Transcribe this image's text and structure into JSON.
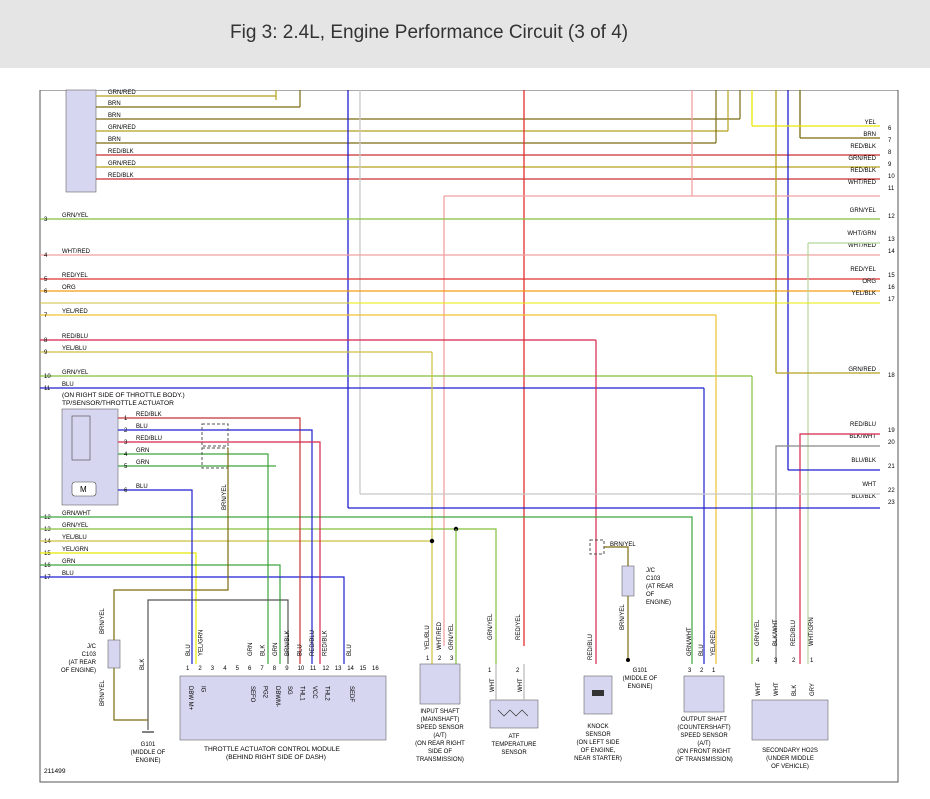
{
  "header": {
    "title": "Fig 3: 2.4L, Engine Performance Circuit (3 of 4)"
  },
  "figure_id": "211499",
  "colors": {
    "GRN/RED": "#b5a11d",
    "BRN": "#7a6a10",
    "RED/BLK": "#c83232",
    "GRN/YEL": "#84c13f",
    "WHT/RED": "#f0a0a0",
    "RED/YEL": "#e23030",
    "ORG": "#f39c12",
    "YEL/RED": "#f0c030",
    "RED/BLU": "#d8244a",
    "YEL/BLU": "#cdc040",
    "GRN": "#3ea33e",
    "BLU": "#1f1fd0",
    "GRY": "#bbbbbb",
    "YEL": "#e8e800",
    "BLK": "#333333"
  },
  "top_wires": [
    {
      "label": "GRN/RED"
    },
    {
      "label": "BRN"
    },
    {
      "label": "BRN"
    },
    {
      "label": "GRN/RED"
    },
    {
      "label": "BRN"
    },
    {
      "label": "RED/BLK"
    },
    {
      "label": "GRN/RED"
    },
    {
      "label": "RED/BLK"
    }
  ],
  "left_pins": [
    {
      "num": "3",
      "label": "GRN/YEL"
    },
    {
      "num": "4",
      "label": "WHT/RED"
    },
    {
      "num": "5",
      "label": "RED/YEL"
    },
    {
      "num": "6",
      "label": "ORG"
    },
    {
      "num": "7",
      "label": "YEL/RED"
    },
    {
      "num": "8",
      "label": "RED/BLU"
    },
    {
      "num": "9",
      "label": "YEL/BLU"
    },
    {
      "num": "10",
      "label": "GRN/YEL"
    },
    {
      "num": "11",
      "label": "BLU"
    }
  ],
  "left_pins_lower": [
    {
      "num": "12",
      "label": "GRN/WHT"
    },
    {
      "num": "13",
      "label": "GRN/YEL"
    },
    {
      "num": "14",
      "label": "YEL/BLU"
    },
    {
      "num": "15",
      "label": "YEL/GRN"
    },
    {
      "num": "16",
      "label": "GRN"
    },
    {
      "num": "17",
      "label": "BLU"
    }
  ],
  "right_pins": [
    {
      "num": "6",
      "label": "YEL"
    },
    {
      "num": "7",
      "label": "BRN"
    },
    {
      "num": "8",
      "label": "RED/BLK"
    },
    {
      "num": "9",
      "label": "GRN/RED"
    },
    {
      "num": "10",
      "label": "RED/BLK"
    },
    {
      "num": "11",
      "label": "WHT/RED"
    },
    {
      "num": "12",
      "label": "GRN/YEL"
    },
    {
      "num": "13",
      "label": "WHT/GRN"
    },
    {
      "num": "14",
      "label": "WHT/RED"
    },
    {
      "num": "15",
      "label": "RED/YEL"
    },
    {
      "num": "16",
      "label": "ORG"
    },
    {
      "num": "17",
      "label": "YEL/BLK"
    },
    {
      "num": "18",
      "label": "GRN/RED"
    },
    {
      "num": "19",
      "label": "RED/BLU"
    },
    {
      "num": "20",
      "label": "BLK/WHT"
    },
    {
      "num": "21",
      "label": "BLU/BLK"
    },
    {
      "num": "22",
      "label": "WHT"
    },
    {
      "num": "23",
      "label": "BLU/BLK"
    }
  ],
  "tp_sensor": {
    "title1": "(ON RIGHT SIDE OF THROTTLE BODY.)",
    "title2": "TP/SENSOR/THROTTLE ACTUATOR",
    "pins": [
      {
        "num": "1",
        "label": "RED/BLK"
      },
      {
        "num": "2",
        "label": "BLU"
      },
      {
        "num": "3",
        "label": "RED/BLU"
      },
      {
        "num": "4",
        "label": "GRN"
      },
      {
        "num": "5",
        "label": "GRN"
      },
      {
        "num": "6",
        "label": "BLU"
      }
    ],
    "motor": "M"
  },
  "tacm": {
    "line1": "THROTTLE ACTUATOR CONTROL MODULE",
    "line2": "(BEHIND RIGHT SIDE OF DASH)",
    "pins": [
      {
        "num": "1",
        "name": "DBW M+",
        "wire": "BLU"
      },
      {
        "num": "2",
        "name": "IG",
        "wire": "YEL/GRN"
      },
      {
        "num": "3",
        "name": "",
        "wire": ""
      },
      {
        "num": "4",
        "name": "",
        "wire": ""
      },
      {
        "num": "5",
        "name": "",
        "wire": ""
      },
      {
        "num": "6",
        "name": "SEFO",
        "wire": "GRN"
      },
      {
        "num": "7",
        "name": "PG2",
        "wire": "BLK"
      },
      {
        "num": "8",
        "name": "DBWM-",
        "wire": "GRN"
      },
      {
        "num": "9",
        "name": "SG",
        "wire": "BRN/BLK"
      },
      {
        "num": "10",
        "name": "THL1",
        "wire": "BLU"
      },
      {
        "num": "11",
        "name": "VCC",
        "wire": "RED/BLU"
      },
      {
        "num": "12",
        "name": "THL2",
        "wire": "RED/BLK"
      },
      {
        "num": "13",
        "name": "",
        "wire": ""
      },
      {
        "num": "14",
        "name": "SEDF",
        "wire": "BLU"
      },
      {
        "num": "15",
        "name": "",
        "wire": ""
      },
      {
        "num": "16",
        "name": "",
        "wire": ""
      }
    ],
    "brn_yel": "BRN/YEL"
  },
  "jc103_left": {
    "lines": [
      "J/C",
      "C103",
      "(AT REAR",
      "OF ENGINE)"
    ],
    "top_wire": "BRN/YEL",
    "bottom_wire": "BRN/YEL"
  },
  "g101_left": {
    "wire": "BLK",
    "lines": [
      "G101",
      "(MIDDLE OF",
      "ENGINE)"
    ]
  },
  "input_shaft": {
    "wires": [
      {
        "num": "1",
        "label": "YEL/BLU"
      },
      {
        "num": "2",
        "label": "WHT/RED"
      },
      {
        "num": "3",
        "label": "GRN/YEL"
      }
    ],
    "lines": [
      "INPUT SHAFT",
      "(MAINSHAFT)",
      "SPEED SENSOR",
      "(A/T)",
      "(ON REAR RIGHT",
      "SIDE OF",
      "TRANSMISSION)"
    ]
  },
  "atf_sensor": {
    "wires": [
      {
        "num": "1",
        "label": "WHT",
        "top": "GRN/YEL"
      },
      {
        "num": "2",
        "label": "WHT",
        "top": "RED/YEL"
      }
    ],
    "lines": [
      "ATF",
      "TEMPERATURE",
      "SENSOR"
    ]
  },
  "knock_sensor": {
    "wire": "RED/BLU",
    "lines": [
      "KNOCK",
      "SENSOR",
      "(ON LEFT SIDE",
      "OF ENGINE,",
      "NEAR STARTER)"
    ]
  },
  "jc103_right": {
    "top_wire": "BRN/YEL",
    "lines": [
      "J/C",
      "C103",
      "(AT REAR",
      "OF",
      "ENGINE)"
    ],
    "bottom_wire": "BRN/YEL"
  },
  "g101_right": {
    "lines": [
      "G101",
      "(MIDDLE OF",
      "ENGINE)"
    ]
  },
  "output_shaft": {
    "wires": [
      {
        "num": "3",
        "label": "GRN/WHT"
      },
      {
        "num": "2",
        "label": "BLU"
      },
      {
        "num": "1",
        "label": "YEL/RED"
      }
    ],
    "lines": [
      "OUTPUT SHAFT",
      "(COUNTERSHAFT)",
      "SPEED SENSOR",
      "(A/T)",
      "(ON FRONT RIGHT",
      "OF TRANSMISSION)"
    ]
  },
  "ho2s": {
    "wires": [
      {
        "num": "4",
        "label": "GRN/YEL",
        "inner": "WHT"
      },
      {
        "num": "3",
        "label": "BLK/WHT",
        "inner": "WHT"
      },
      {
        "num": "2",
        "label": "RED/BLU",
        "inner": "BLK"
      },
      {
        "num": "1",
        "label": "WHT/GRN",
        "inner": "GRY"
      }
    ],
    "lines": [
      "SECONDARY HO2S",
      "(UNDER MIDDLE",
      "OF VEHICLE)"
    ]
  }
}
